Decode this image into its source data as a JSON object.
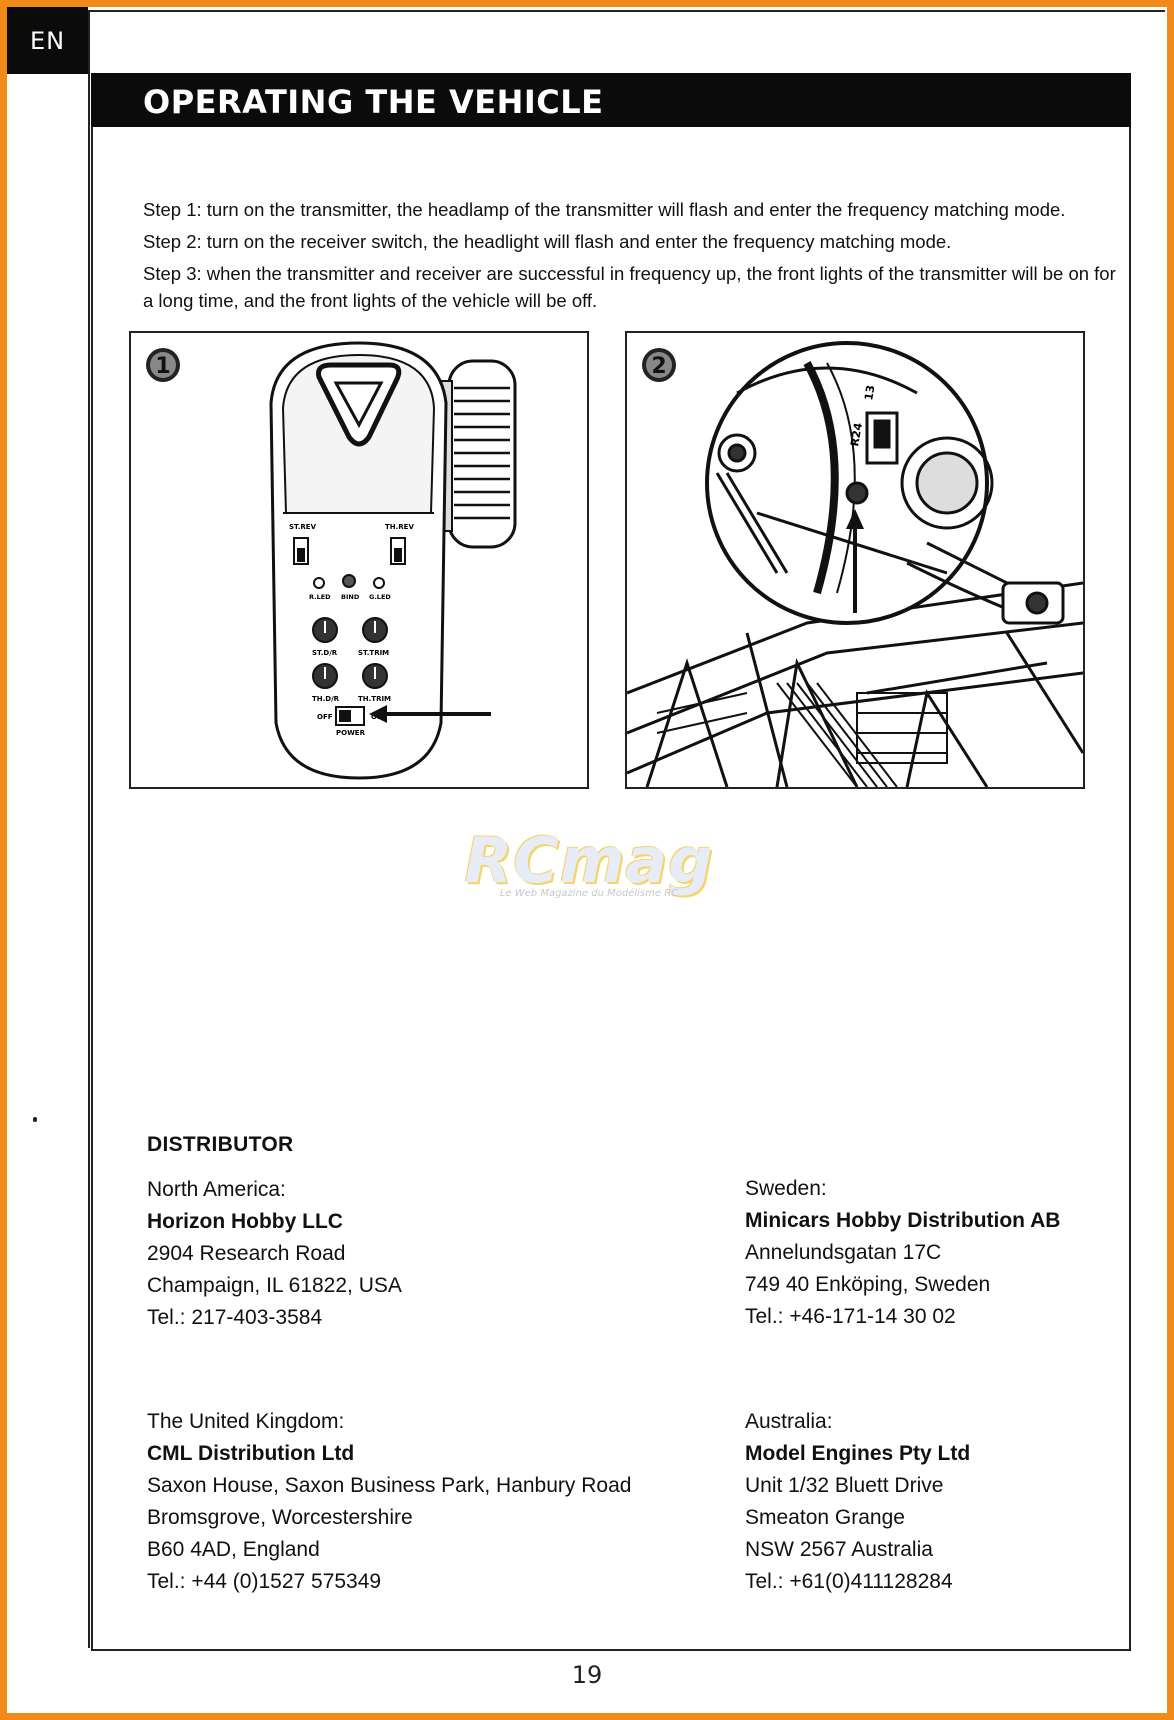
{
  "lang_tab": "EN",
  "title": "OPERATING THE VEHICLE",
  "steps": [
    "Step 1: turn on the transmitter, the headlamp of the transmitter will flash and enter the frequency matching mode.",
    "Step 2: turn on the receiver switch, the headlight will flash and enter the frequency matching mode.",
    "Step 3: when the transmitter and receiver are successful in frequency up, the front lights of the transmitter will be on for a long time, and the front lights of the vehicle will be off."
  ],
  "figures": {
    "fig1": {
      "badge": "1",
      "labels": {
        "st_rev": "ST.REV",
        "th_rev": "TH.REV",
        "r_led": "R.LED",
        "bind": "BIND",
        "g_led": "G.LED",
        "st_dr": "ST.D/R",
        "st_trim": "ST.TRIM",
        "th_dr": "TH.D/R",
        "th_trim": "TH.TRIM",
        "off": "OFF",
        "on": "ON",
        "power": "POWER"
      }
    },
    "fig2": {
      "badge": "2",
      "labels": {
        "l13": "13",
        "r24": "R24"
      }
    }
  },
  "watermark": {
    "logo": "RCmag",
    "sub": "Le Web Magazine du Modélisme RC"
  },
  "distributor": {
    "title": "DISTRIBUTOR",
    "north_america": {
      "region": "North America:",
      "name": "Horizon Hobby LLC",
      "line1": "2904 Research Road",
      "line2": "Champaign, IL 61822, USA",
      "tel": "Tel.: 217-403-3584"
    },
    "sweden": {
      "region": "Sweden:",
      "name": "Minicars Hobby Distribution AB",
      "line1": "Annelundsgatan 17C",
      "line2": "749 40 Enköping, Sweden",
      "tel": "Tel.: +46-171-14 30 02"
    },
    "uk": {
      "region": "The United Kingdom:",
      "name": "CML Distribution Ltd",
      "line1": "Saxon House, Saxon Business Park, Hanbury Road",
      "line2": "Bromsgrove, Worcestershire",
      "line3": "B60 4AD, England",
      "tel": "Tel.: +44 (0)1527 575349"
    },
    "australia": {
      "region": "Australia:",
      "name": "Model Engines Pty Ltd",
      "line1": "Unit 1/32 Bluett Drive",
      "line2": "Smeaton Grange",
      "line3": "NSW 2567 Australia",
      "tel": "Tel.: +61(0)411128284"
    }
  },
  "page_number": "19",
  "colors": {
    "frame": "#f28a1a",
    "title_bg": "#0b0b0b"
  }
}
